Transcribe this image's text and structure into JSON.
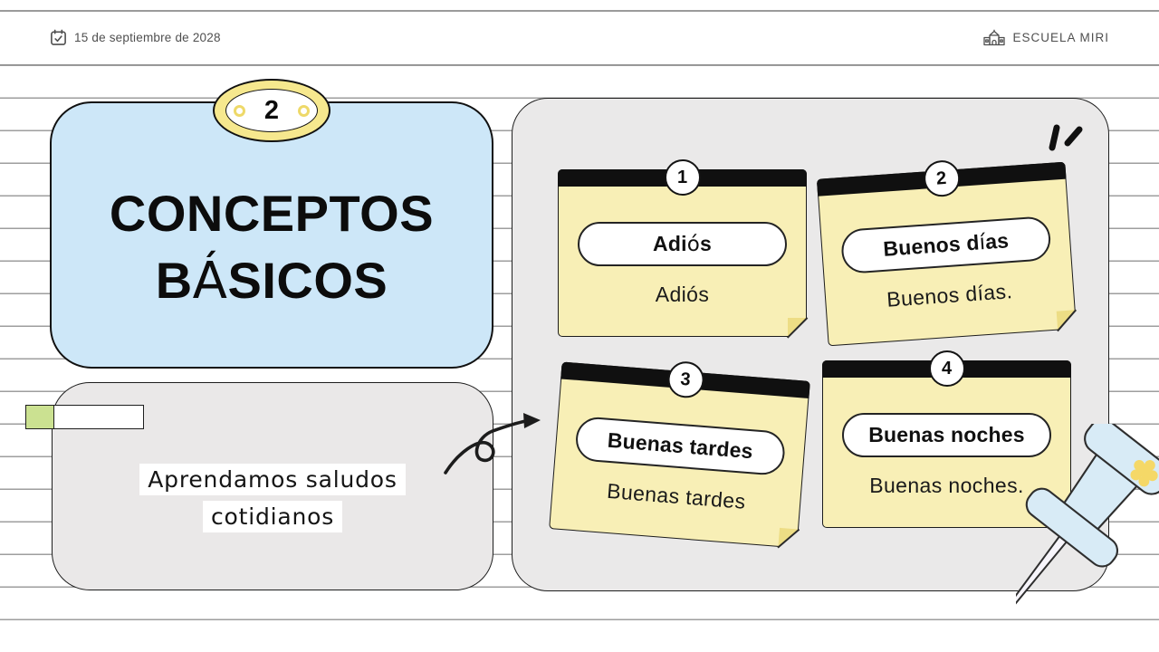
{
  "header": {
    "date": "15 de septiembre de 2028",
    "school_name": "ESCUELA MIRI"
  },
  "title_card": {
    "slide_number": "2",
    "title_line1": "CONCEPTOS",
    "title_line2": "BÁSICOS"
  },
  "subtitle_card": {
    "line1": "Aprendamos saludos",
    "line2": "cotidianos"
  },
  "notes_panel": {
    "notes": [
      {
        "number": "1",
        "term": "Adiós",
        "example": "Adiós"
      },
      {
        "number": "2",
        "term": "Buenos días",
        "example": "Buenos días."
      },
      {
        "number": "3",
        "term": "Buenas tardes",
        "example": "Buenas tardes"
      },
      {
        "number": "4",
        "term": "Buenas noches",
        "example": "Buenas noches."
      }
    ]
  },
  "icons": {
    "header_left": "calendar-check-icon",
    "header_right": "school-icon",
    "decorations": [
      "curly-arrow-doodle",
      "emphasis-marks-doodle",
      "pushpin-illustration"
    ]
  },
  "colors": {
    "card_blue": "#cde7f8",
    "sticky_yellow": "#f8efb6",
    "sticky_fold": "#eddd85",
    "badge_yellow": "#f6e88e",
    "tab_green": "#cbe191",
    "panel_gray": "#eae9e9",
    "pushpin_blue": "#d8ebf6",
    "rule_line_gray": "#9e9e9e",
    "ink": "#111111"
  }
}
